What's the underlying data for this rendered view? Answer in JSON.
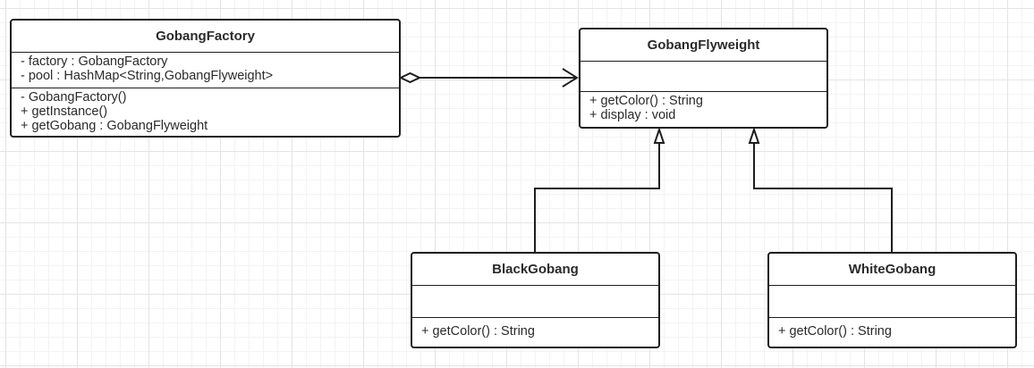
{
  "diagram": {
    "classes": {
      "gobang_factory": {
        "name": "GobangFactory",
        "attributes": [
          "- factory : GobangFactory",
          "- pool : HashMap<String,GobangFlyweight>"
        ],
        "methods": [
          "- GobangFactory()",
          "+ getInstance()",
          "+ getGobang : GobangFlyweight"
        ]
      },
      "gobang_flyweight": {
        "name": "GobangFlyweight",
        "attributes": [],
        "methods": [
          "+ getColor() : String",
          "+ display : void"
        ]
      },
      "black_gobang": {
        "name": "BlackGobang",
        "attributes": [],
        "methods": [
          "+ getColor() : String"
        ]
      },
      "white_gobang": {
        "name": "WhiteGobang",
        "attributes": [],
        "methods": [
          "+ getColor() : String"
        ]
      }
    },
    "relationships": [
      {
        "type": "aggregation-navigable",
        "from": "gobang_factory",
        "to": "gobang_flyweight"
      },
      {
        "type": "generalization",
        "from": "black_gobang",
        "to": "gobang_flyweight"
      },
      {
        "type": "generalization",
        "from": "white_gobang",
        "to": "gobang_flyweight"
      }
    ],
    "colors": {
      "line": "#1e1e1e",
      "text": "#2a2a2a",
      "grid": "#e4e4e4",
      "background": "#ffffff"
    }
  }
}
